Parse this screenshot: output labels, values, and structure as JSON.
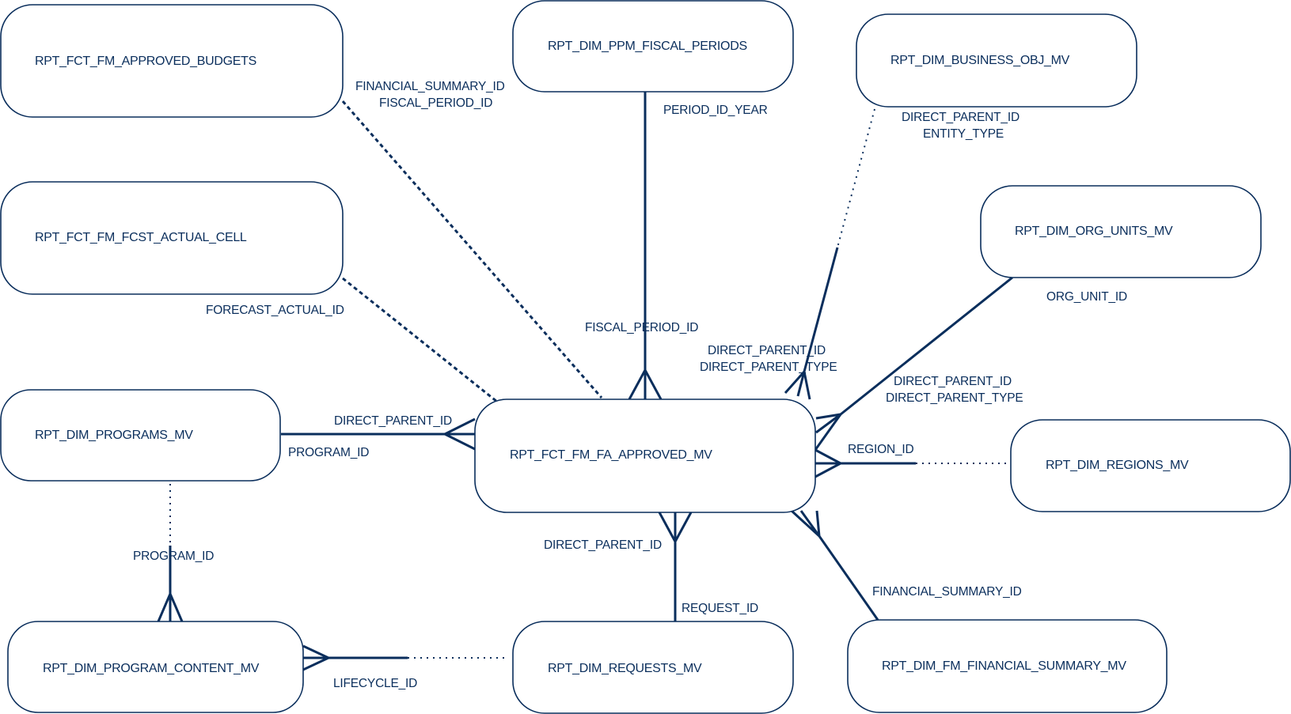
{
  "diagram": {
    "type": "entity-relationship",
    "line_color": "#0a2e5c",
    "entities": [
      {
        "id": "approved_budgets",
        "name": "RPT_FCT_FM_APPROVED_BUDGETS"
      },
      {
        "id": "fcst_actual_cell",
        "name": "RPT_FCT_FM_FCST_ACTUAL_CELL"
      },
      {
        "id": "programs",
        "name": "RPT_DIM_PROGRAMS_MV"
      },
      {
        "id": "program_content",
        "name": "RPT_DIM_PROGRAM_CONTENT_MV"
      },
      {
        "id": "fiscal_periods",
        "name": "RPT_DIM_PPM_FISCAL_PERIODS"
      },
      {
        "id": "business_obj",
        "name": "RPT_DIM_BUSINESS_OBJ_MV"
      },
      {
        "id": "org_units",
        "name": "RPT_DIM_ORG_UNITS_MV"
      },
      {
        "id": "regions",
        "name": "RPT_DIM_REGIONS_MV"
      },
      {
        "id": "fa_approved",
        "name": "RPT_FCT_FM_FA_APPROVED_MV"
      },
      {
        "id": "requests",
        "name": "RPT_DIM_REQUESTS_MV"
      },
      {
        "id": "financial_summary",
        "name": "RPT_DIM_FM_FINANCIAL_SUMMARY_MV"
      }
    ],
    "relationships": [
      {
        "from": "approved_budgets",
        "to": "fa_approved",
        "style": "dashed",
        "labels": [
          "FINANCIAL_SUMMARY_ID",
          "FISCAL_PERIOD_ID"
        ]
      },
      {
        "from": "fcst_actual_cell",
        "to": "fa_approved",
        "style": "dashed",
        "labels": [
          "FORECAST_ACTUAL_ID"
        ]
      },
      {
        "from": "fiscal_periods",
        "to": "fa_approved",
        "style": "solid",
        "crow_at": "fa_approved",
        "labels": [
          "PERIOD_ID_YEAR",
          "FISCAL_PERIOD_ID"
        ]
      },
      {
        "from": "business_obj",
        "to": "fa_approved",
        "style": "dotted-solid",
        "crow_at": "fa_approved",
        "labels": [
          "DIRECT_PARENT_ID",
          "ENTITY_TYPE",
          "DIRECT_PARENT_ID",
          "DIRECT_PARENT_TYPE"
        ]
      },
      {
        "from": "org_units",
        "to": "fa_approved",
        "style": "solid",
        "crow_at": "fa_approved",
        "labels": [
          "ORG_UNIT_ID",
          "DIRECT_PARENT_ID",
          "DIRECT_PARENT_TYPE"
        ]
      },
      {
        "from": "regions",
        "to": "fa_approved",
        "style": "dotted-solid",
        "crow_at": "fa_approved",
        "labels": [
          "REGION_ID"
        ]
      },
      {
        "from": "programs",
        "to": "fa_approved",
        "style": "solid",
        "crow_at": "fa_approved",
        "labels": [
          "DIRECT_PARENT_ID",
          "PROGRAM_ID"
        ]
      },
      {
        "from": "requests",
        "to": "fa_approved",
        "style": "solid",
        "crow_at": "fa_approved",
        "labels": [
          "DIRECT_PARENT_ID",
          "REQUEST_ID"
        ]
      },
      {
        "from": "financial_summary",
        "to": "fa_approved",
        "style": "solid",
        "crow_at": "fa_approved",
        "labels": [
          "FINANCIAL_SUMMARY_ID"
        ]
      },
      {
        "from": "programs",
        "to": "program_content",
        "style": "dotted-solid",
        "crow_at": "program_content",
        "labels": [
          "PROGRAM_ID"
        ]
      },
      {
        "from": "requests",
        "to": "program_content",
        "style": "dotted-solid",
        "crow_at": "program_content",
        "labels": [
          "LIFECYCLE_ID"
        ]
      }
    ]
  }
}
